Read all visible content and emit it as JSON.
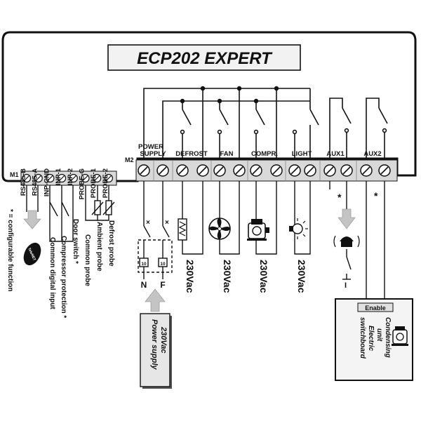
{
  "title": "ECP202 EXPERT",
  "connectors": {
    "m1": "M1",
    "m2": "M2"
  },
  "m1_labels": [
    "RS485-B",
    "RS485-A",
    "INP-GND",
    "INP-1",
    "INP-2",
    "PROBE-G",
    "PROBE-1",
    "PROBE-2"
  ],
  "m2_groups": [
    "POWER SUPPLY",
    "DEFROST",
    "FAN",
    "COMPR.",
    "LIGHT",
    "AUX1",
    "AUX2"
  ],
  "m1_functions": [
    "* = configurable function",
    "Common digital input",
    "Compressor protection *",
    "Door switch *",
    "Common probe",
    "Ambient probe",
    "Defrost probe"
  ],
  "voltage_labels": [
    "230Vac",
    "230Vac",
    "230Vac",
    "230Vac"
  ],
  "power_terminals": [
    "N",
    "F"
  ],
  "fuse_labels": [
    "10",
    "10"
  ],
  "power_supply_box": "Power supply 230Vac",
  "asterisk": "*",
  "aux_switch_label": "I",
  "enable_label": "Enable",
  "condensing_text": [
    "Condensing",
    "unit",
    "Electric",
    "switchboard"
  ],
  "bus_device": "TeleNET",
  "colors": {
    "ink": "#111111",
    "terminal": "#d9d9d9",
    "title_bg": "#f2f2f2",
    "arrow": "#c4c4c4"
  },
  "icons": [
    "resistor-heater-icon",
    "fan-icon",
    "compressor-icon",
    "light-bulb-icon",
    "siren-icon",
    "network-module-icon"
  ]
}
